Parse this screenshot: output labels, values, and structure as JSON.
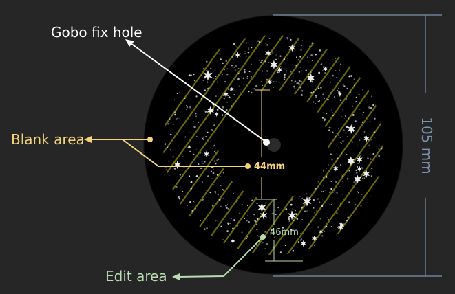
{
  "labels": {
    "gobo_fix_hole": "Gobo fix hole",
    "blank_area": "Blank area",
    "edit_area": "Edit area",
    "inner_diameter": "44mm",
    "edit_diameter": "46mm",
    "outer_diameter": "105 mm"
  },
  "colors": {
    "background": "#262626",
    "disc": "#000000",
    "stripes": "#6b6a00",
    "blank_label": "#f5d37a",
    "edit_label": "#b8dcb0",
    "dimension": "#7d93ad",
    "pointer": "#ffffff"
  }
}
